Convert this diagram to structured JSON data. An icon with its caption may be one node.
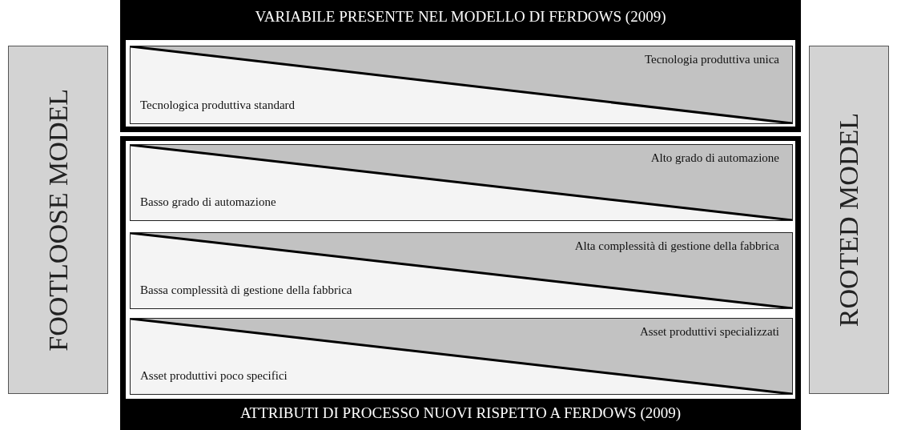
{
  "diagram": {
    "nodes": [
      {
        "text": [
          "FOOTLOOSE MODEL"
        ]
      },
      {
        "text": [
          "VARIABILE PRESENTE NEL MODELLO DI FERDOWS (2009)"
        ]
      },
      {
        "text": [
          "Tecnologia produttiva unica",
          "Tecnologica produttiva standard"
        ],
        "in": 1
      },
      {
        "text": [
          "ATTRIBUTI DI PROCESSO NUOVI RISPETTO A FERDOWS (2009)"
        ]
      },
      {
        "text": [
          "Alto grado di automazione",
          "Basso grado di automazione"
        ],
        "in": 3
      },
      {
        "text": [
          "Alta complessità di gestione della fabbrica",
          "Bassa complessità di gestione della fabbrica"
        ],
        "in": 3
      },
      {
        "text": [
          "Asset produttivi specializzati",
          "Asset produttivi poco specifici"
        ],
        "in": 3
      },
      {
        "text": [
          "ROOTED MODEL"
        ]
      }
    ],
    "edges": []
  }
}
